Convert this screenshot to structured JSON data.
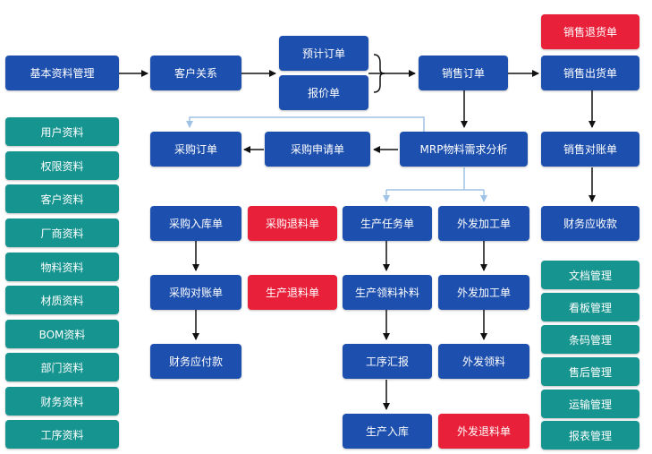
{
  "colors": {
    "primary": "#1d4fae",
    "alert": "#e8203a",
    "module": "#16948f",
    "arrow": "#111111",
    "branch_arrow": "#9fc2e6"
  },
  "nodes": {
    "basic_data_mgmt": "基本资料管理",
    "customer_relation": "客户关系",
    "pre_order": "预计订单",
    "quotation": "报价单",
    "sales_order": "销售订单",
    "sales_return": "销售退货单",
    "sales_delivery": "销售出货单",
    "purchase_order": "采购订单",
    "purchase_request": "采购申请单",
    "mrp": "MRP物料需求分析",
    "sales_reconcile": "销售对账单",
    "purchase_receipt": "采购入库单",
    "purchase_return_material": "采购退料单",
    "production_task": "生产任务单",
    "outsource_order": "外发加工单",
    "receivables": "财务应收款",
    "purchase_reconcile": "采购对账单",
    "production_return_material": "生产退料单",
    "production_pick_supplement": "生产领料补料",
    "outsource_order_2": "外发加工单",
    "payables": "财务应付款",
    "process_report": "工序汇报",
    "outsource_pick": "外发领料",
    "production_receipt": "生产入库",
    "outsource_return_material": "外发退料单"
  },
  "left_modules": [
    "用户资料",
    "权限资料",
    "客户资料",
    "厂商资料",
    "物料资料",
    "材质资料",
    "BOM资料",
    "部门资料",
    "财务资料",
    "工序资料"
  ],
  "right_modules": [
    "文档管理",
    "看板管理",
    "条码管理",
    "售后管理",
    "运输管理",
    "报表管理"
  ]
}
